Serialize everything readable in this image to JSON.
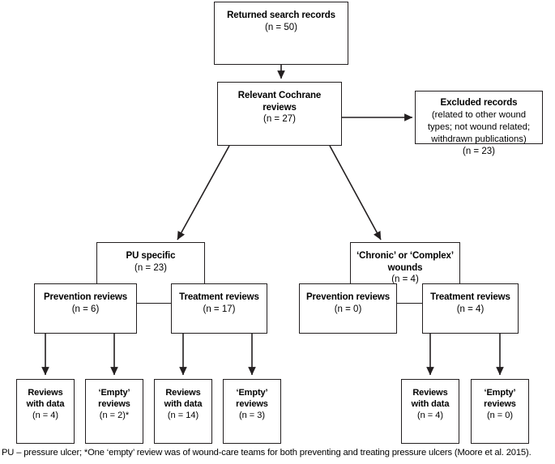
{
  "diagram": {
    "title_note": "PRISMA-style flow diagram of Cochrane review selection",
    "nodes": {
      "returned": {
        "label": "Returned search records",
        "count": "(n = 50)"
      },
      "relevant": {
        "label_line1": "Relevant Cochrane",
        "label_line2": "reviews",
        "count": "(n = 27)"
      },
      "excluded": {
        "label": "Excluded records",
        "detail_line1": "(related to other wound",
        "detail_line2": "types; not wound related;",
        "detail_line3": "withdrawn publications)",
        "count": "(n = 23)"
      },
      "pu_specific": {
        "label": "PU specific",
        "count": "(n = 23)"
      },
      "chronic_complex": {
        "label_line1": "‘Chronic’ or ‘Complex’",
        "label_line2": "wounds",
        "count": "(n = 4)"
      },
      "pu_prevention": {
        "label": "Prevention reviews",
        "count": "(n = 6)"
      },
      "pu_treatment": {
        "label": "Treatment reviews",
        "count": "(n = 17)"
      },
      "cc_prevention": {
        "label": "Prevention reviews",
        "count": "(n = 0)"
      },
      "cc_treatment": {
        "label": "Treatment reviews",
        "count": "(n = 4)"
      },
      "pu_prev_data": {
        "label_line1": "Reviews",
        "label_line2": "with data",
        "count": "(n = 4)"
      },
      "pu_prev_empty": {
        "label_line1": "‘Empty’",
        "label_line2": "reviews",
        "count": "(n = 2)*"
      },
      "pu_treat_data": {
        "label_line1": "Reviews",
        "label_line2": "with data",
        "count": "(n = 14)"
      },
      "pu_treat_empty": {
        "label_line1": "‘Empty’",
        "label_line2": "reviews",
        "count": "(n = 3)"
      },
      "cc_treat_data": {
        "label_line1": "Reviews",
        "label_line2": "with data",
        "count": "(n = 4)"
      },
      "cc_treat_empty": {
        "label_line1": "‘Empty’",
        "label_line2": "reviews",
        "count": "(n = 0)"
      }
    },
    "footnote": "PU – pressure ulcer; *One ‘empty’ review was of wound-care teams for both preventing and treating pressure ulcers (Moore et al. 2015).",
    "colors": {
      "stroke": "#231f20",
      "background": "#ffffff",
      "text": "#000000"
    }
  }
}
